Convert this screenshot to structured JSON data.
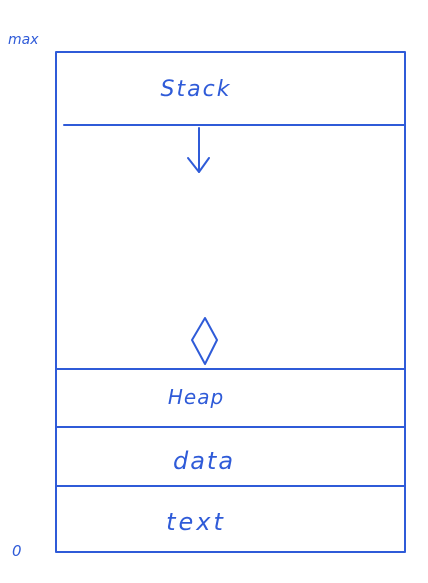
{
  "axis": {
    "top_label": "max",
    "bottom_label": "0"
  },
  "segments": {
    "stack": "Stack",
    "heap": "Heap",
    "data": "data",
    "text": "text"
  },
  "colors": {
    "ink": "#2f5bd8",
    "background": "#ffffff"
  },
  "icons": {
    "stack_growth": "arrow-down-icon",
    "heap_growth": "diamond-arrow-up-icon"
  }
}
